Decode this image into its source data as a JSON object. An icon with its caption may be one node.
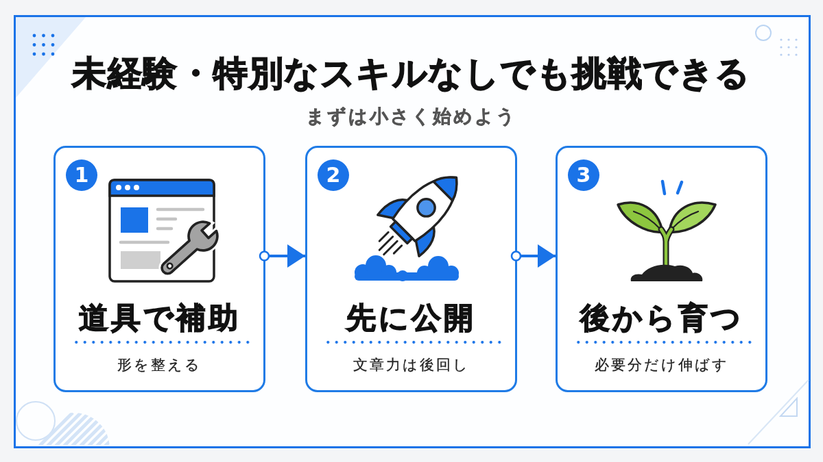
{
  "diagram": {
    "title": "未経験・特別なスキルなしでも挑戦できる",
    "nodes": [
      {
        "text": [
          "道具で補助",
          "形を整える"
        ]
      },
      {
        "text": [
          "1"
        ],
        "in": 0
      },
      {
        "text": [
          "先に公開",
          "文章力は後回し"
        ]
      },
      {
        "text": [
          "2"
        ],
        "in": 2
      },
      {
        "text": [
          "後から育つ",
          "必要分だけ伸ばす"
        ]
      },
      {
        "text": [
          "3"
        ],
        "in": 4
      }
    ],
    "edges": [
      {
        "from": 0,
        "to": 2,
        "arrow": "to"
      },
      {
        "from": 2,
        "to": 4,
        "arrow": "to"
      }
    ],
    "labels": [
      "まずは小さく始めよう"
    ]
  }
}
